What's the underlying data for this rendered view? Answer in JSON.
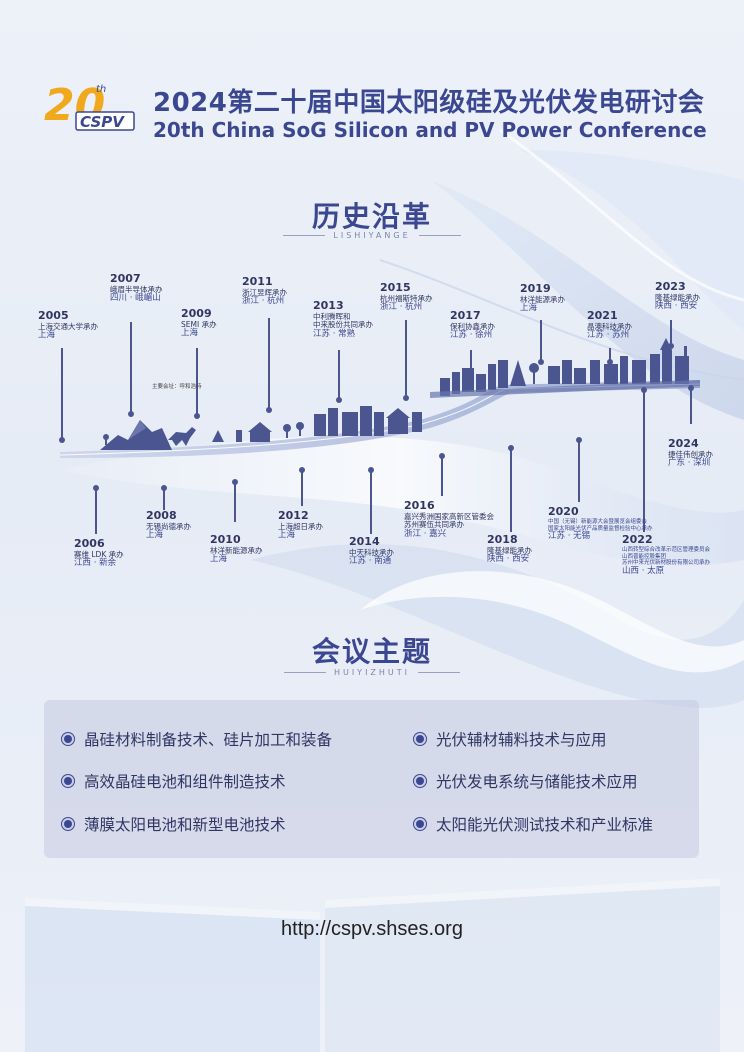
{
  "header": {
    "logo_number": "20",
    "logo_sup": "th",
    "logo_text": "CSPV",
    "title_cn": "2024第二十届中国太阳级硅及光伏发电研讨会",
    "title_en": "20th China SoG Silicon and PV Power Conference"
  },
  "history": {
    "title": "历史沿革",
    "subtitle": "LISHIYANGE",
    "note": "主要会址：呼和浩特"
  },
  "events_top": [
    {
      "year": "2005",
      "org": "上海交通大学承办",
      "city": "上海"
    },
    {
      "year": "2007",
      "org": "峨眉半导体承办",
      "city": "四川 · 峨嵋山"
    },
    {
      "year": "2009",
      "org": "SEMI 承办",
      "city": "上海"
    },
    {
      "year": "2011",
      "org": "浙江昱辉承办",
      "city": "浙江 · 杭州"
    },
    {
      "year": "2013",
      "org": "中利腾晖和\n中来股份共同承办",
      "city": "江苏 · 常熟"
    },
    {
      "year": "2015",
      "org": "杭州福斯特承办",
      "city": "浙江 · 杭州"
    },
    {
      "year": "2017",
      "org": "保利协鑫承办",
      "city": "江苏 · 徐州"
    },
    {
      "year": "2019",
      "org": "林洋能源承办",
      "city": "上海"
    },
    {
      "year": "2021",
      "org": "晶澳科技承办",
      "city": "江苏 · 苏州"
    },
    {
      "year": "2023",
      "org": "隆基绿能承办",
      "city": "陕西 · 西安"
    }
  ],
  "events_bottom": [
    {
      "year": "2006",
      "org": "赛维 LDK 承办",
      "city": "江西 · 新余"
    },
    {
      "year": "2008",
      "org": "无锡尚德承办",
      "city": "上海"
    },
    {
      "year": "2010",
      "org": "林洋新能源承办",
      "city": "上海"
    },
    {
      "year": "2012",
      "org": "上海超日承办",
      "city": "上海"
    },
    {
      "year": "2014",
      "org": "中天科技承办",
      "city": "江苏 · 南通"
    },
    {
      "year": "2016",
      "org": "嘉兴秀洲国家高新区管委会\n苏州赛伍共同承办",
      "city": "浙江 · 嘉兴"
    },
    {
      "year": "2018",
      "org": "隆基绿能承办",
      "city": "陕西 · 西安"
    },
    {
      "year": "2020",
      "org": "中国（无锡）新能源大会暨展览会组委会\n国家太阳能光伏产品质量监督检验中心承办",
      "city": "江苏 · 无锡"
    },
    {
      "year": "2022",
      "org": "山西转型综合改革示范区管理委员会\n山西晋能控股集团\n苏州中来光伏新材股份有限公司承办",
      "city": "山西 · 太原"
    },
    {
      "year": "2024",
      "org": "捷佳伟创承办",
      "city": "广东 · 深圳"
    }
  ],
  "themes": {
    "title": "会议主题",
    "subtitle": "HUIYIZHUTI",
    "items": [
      "晶硅材料制备技术、硅片加工和装备",
      "光伏辅材辅料技术与应用",
      "高效晶硅电池和组件制造技术",
      "光伏发电系统与储能技术应用",
      "薄膜太阳电池和新型电池技术",
      "太阳能光伏测试技术和产业标准"
    ]
  },
  "footer": {
    "url": "http://cspv.shses.org"
  },
  "colors": {
    "primary": "#3b4891",
    "text": "#2f3661",
    "panel": "#c4cbe2",
    "gold": "#f0a81c"
  }
}
